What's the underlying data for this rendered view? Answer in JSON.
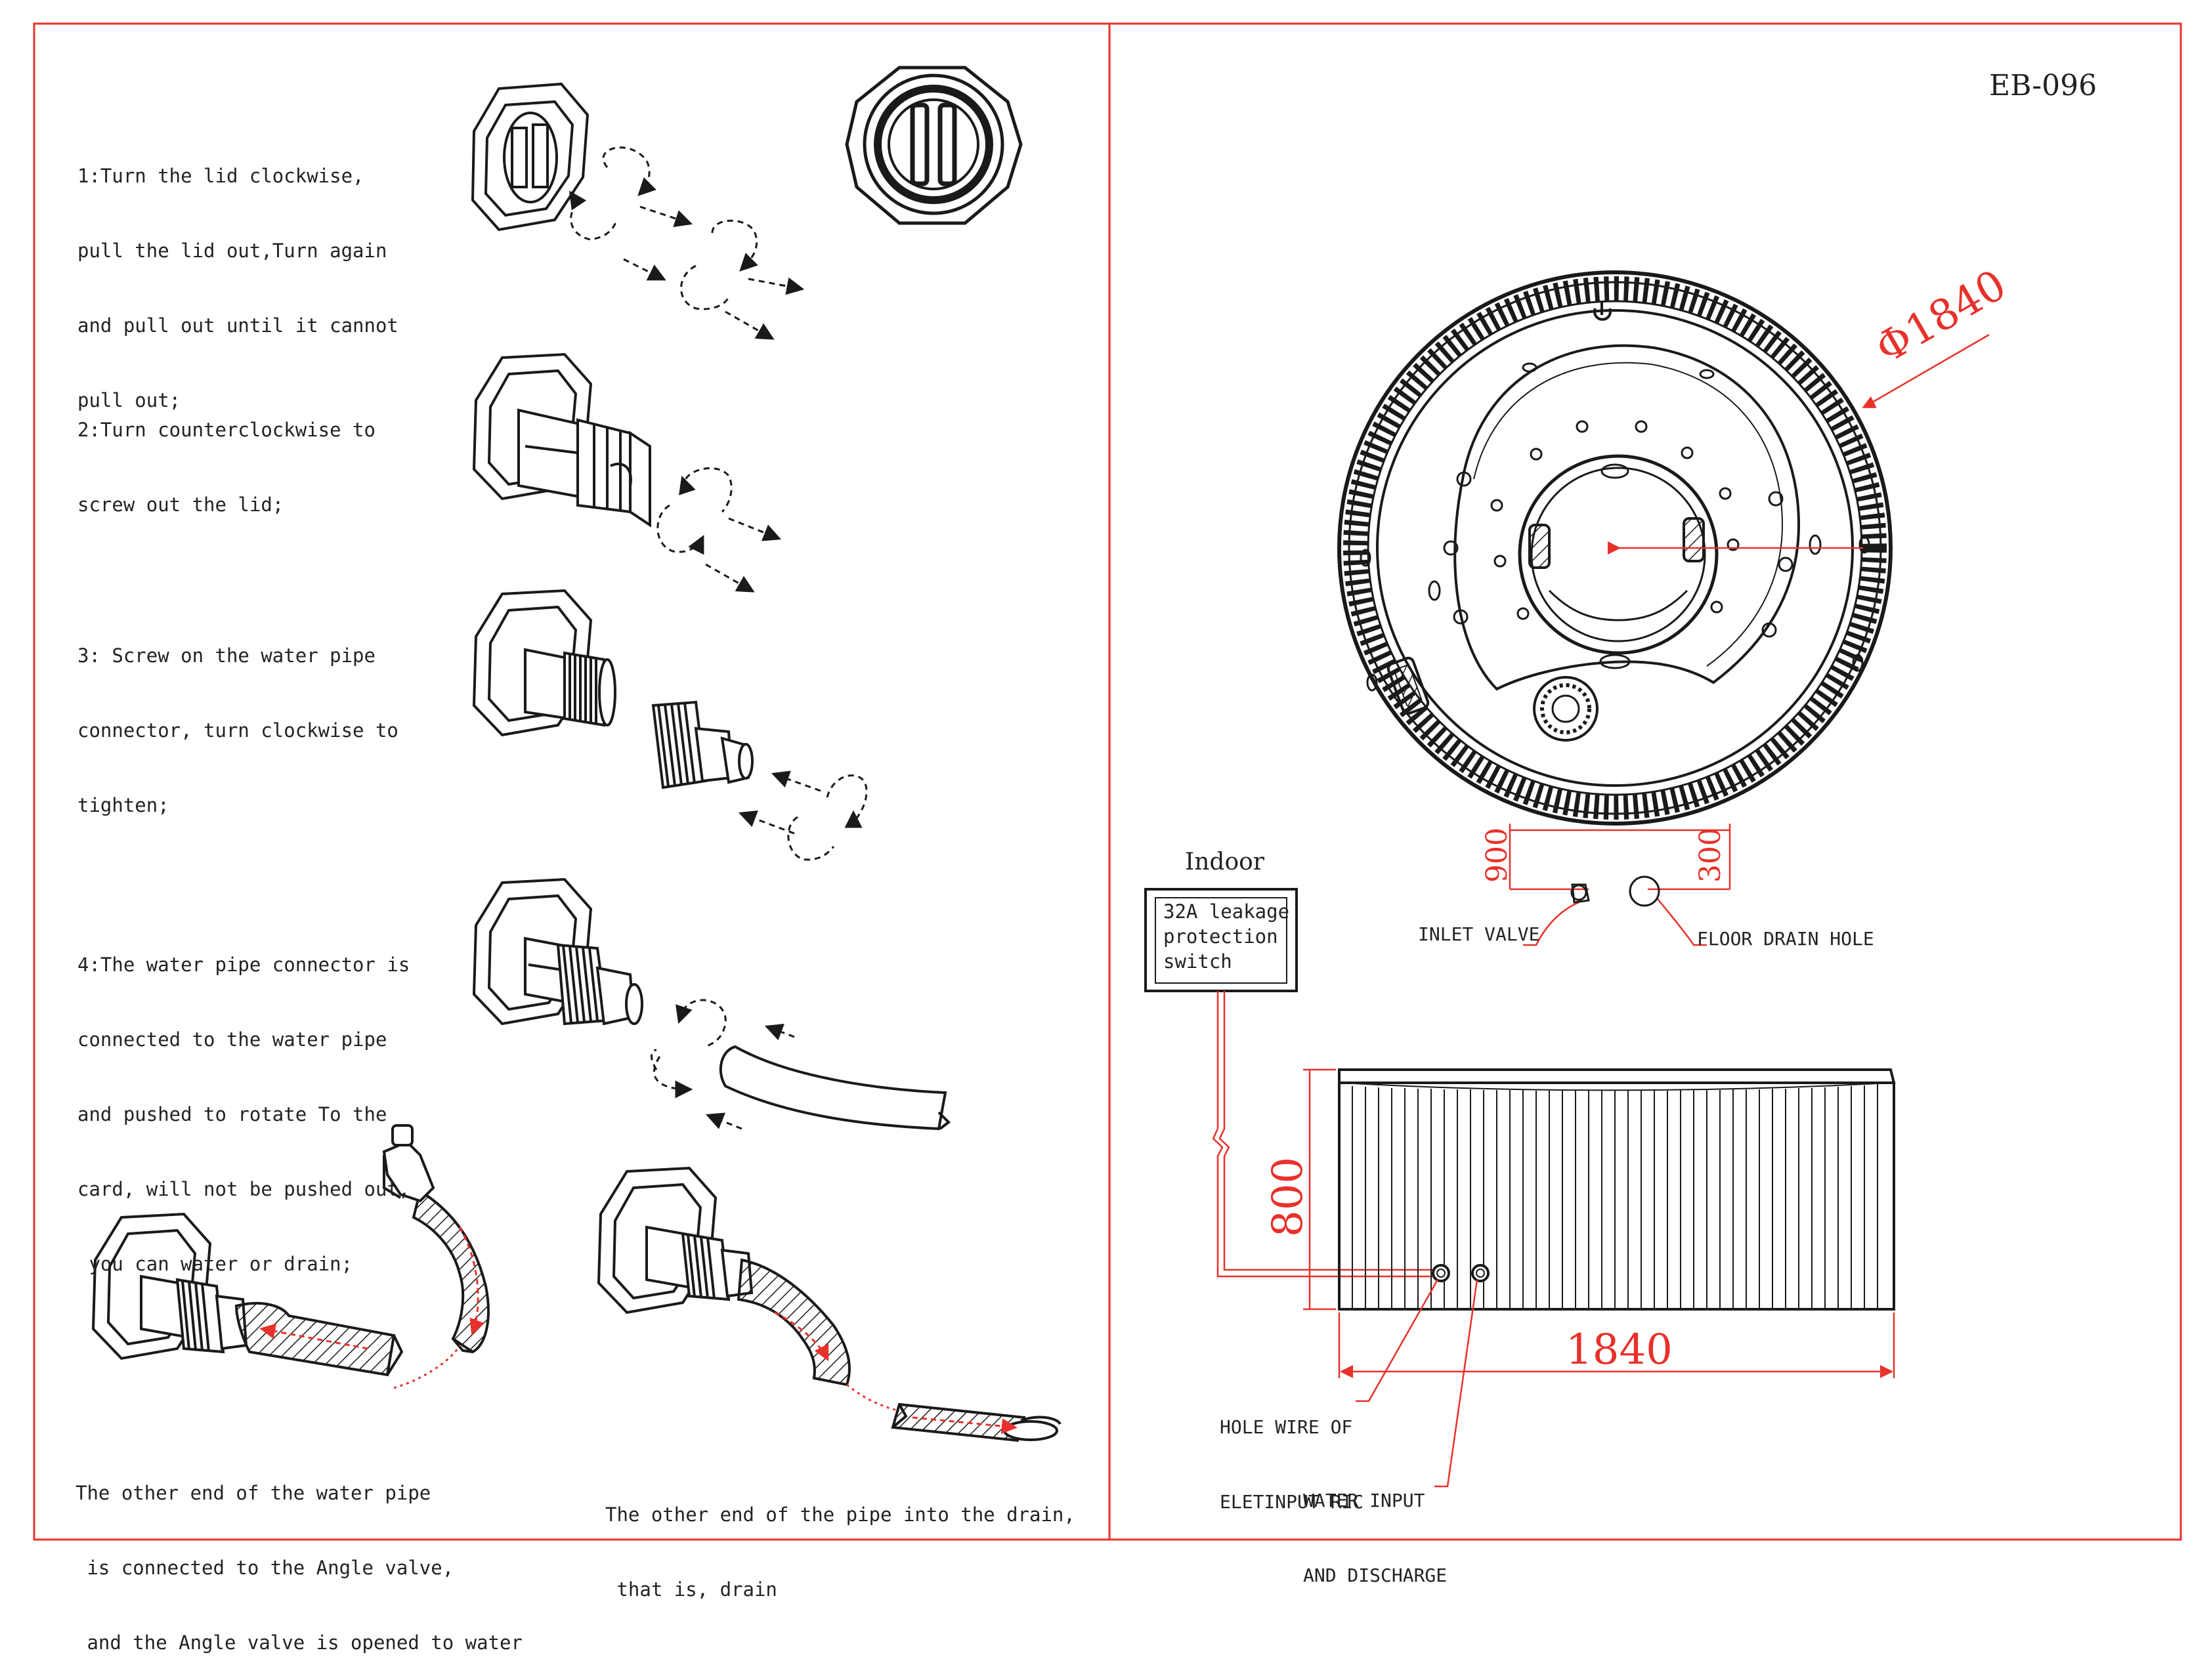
{
  "model_code": "EB-096",
  "colors": {
    "frame": "#e8312a",
    "dimension": "#e8312a",
    "line": "#1a1a1a"
  },
  "steps": [
    {
      "lines": [
        "1:Turn the lid clockwise,",
        "pull the lid out,Turn again",
        "and pull out until it cannot",
        "pull out;"
      ]
    },
    {
      "lines": [
        "2:Turn counterclockwise to",
        "screw out the lid;"
      ]
    },
    {
      "lines": [
        "3: Screw on the water pipe",
        "connector, turn clockwise to",
        "tighten;"
      ]
    },
    {
      "lines": [
        "4:The water pipe connector is",
        "connected to the water pipe",
        "and pushed to rotate To the",
        "card, will not be pushed out,",
        " you can water or drain;"
      ]
    }
  ],
  "captions": {
    "angle_valve": [
      "The other end of the water pipe",
      " is connected to the Angle valve,",
      " and the Angle valve is opened to water"
    ],
    "drain": [
      "The other end of the pipe into the drain,",
      " that is, drain"
    ]
  },
  "top_view": {
    "diameter_label": "Φ1840",
    "offset_left": "900",
    "offset_right": "300",
    "inlet_valve_label": "INLET VALVE",
    "floor_drain_label": "FLOOR DRAIN HOLE"
  },
  "electrical": {
    "indoor_label": "Indoor",
    "switch_lines": [
      "32A leakage",
      "protection",
      "switch"
    ]
  },
  "side_view": {
    "height_label": "800",
    "width_label": "1840",
    "hole_wire_lines": [
      "HOLE WIRE OF",
      "ELETINPUT RIC"
    ],
    "water_io_lines": [
      "WATER INPUT",
      "AND DISCHARGE"
    ]
  }
}
